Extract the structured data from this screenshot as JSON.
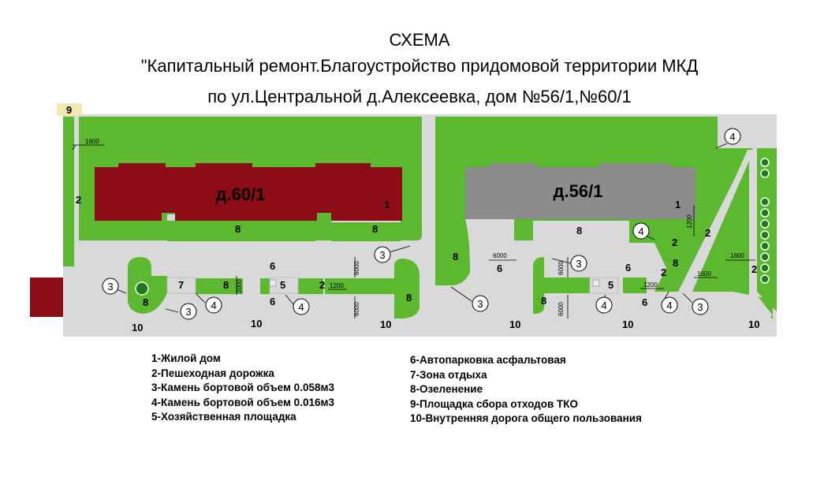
{
  "header": {
    "title": "СХЕМА",
    "subtitle_1": "\"Капитальный ремонт.Благоустройство придомовой территории МКД",
    "subtitle_2": "по ул.Центральной д.Алексеевка, дом №56/1,№60/1"
  },
  "buildings": {
    "house_60": "д.60/1",
    "house_56": "д.56/1"
  },
  "zone_labels": {
    "one": "1",
    "two": "2",
    "three": "3",
    "four": "4",
    "five": "5",
    "six": "6",
    "seven": "7",
    "eight": "8",
    "nine": "9",
    "ten": "10"
  },
  "dimensions": {
    "d1600": "1600",
    "d6000": "6000",
    "d1200": "1200",
    "d2000": "2000"
  },
  "legend": {
    "left": [
      "1-Жилой дом",
      "2-Пешеходная дорожка",
      "3-Камень бортовой объем 0.058м3",
      "4-Камень бортовой объем 0.016м3",
      "5-Хозяйственная площадка"
    ],
    "right": [
      "6-Автопарковка асфальтовая",
      "7-Зона отдыха",
      "8-Озеленение",
      "9-Площадка сбора отходов ТКО",
      "10-Внутренняя дорога общего пользования"
    ]
  },
  "colors": {
    "grass": "#5cb82e",
    "asphalt": "#d9d9d9",
    "house_60": "#8b0c16",
    "house_56": "#8c8c8c",
    "waste_area": "#f1e7b0"
  }
}
